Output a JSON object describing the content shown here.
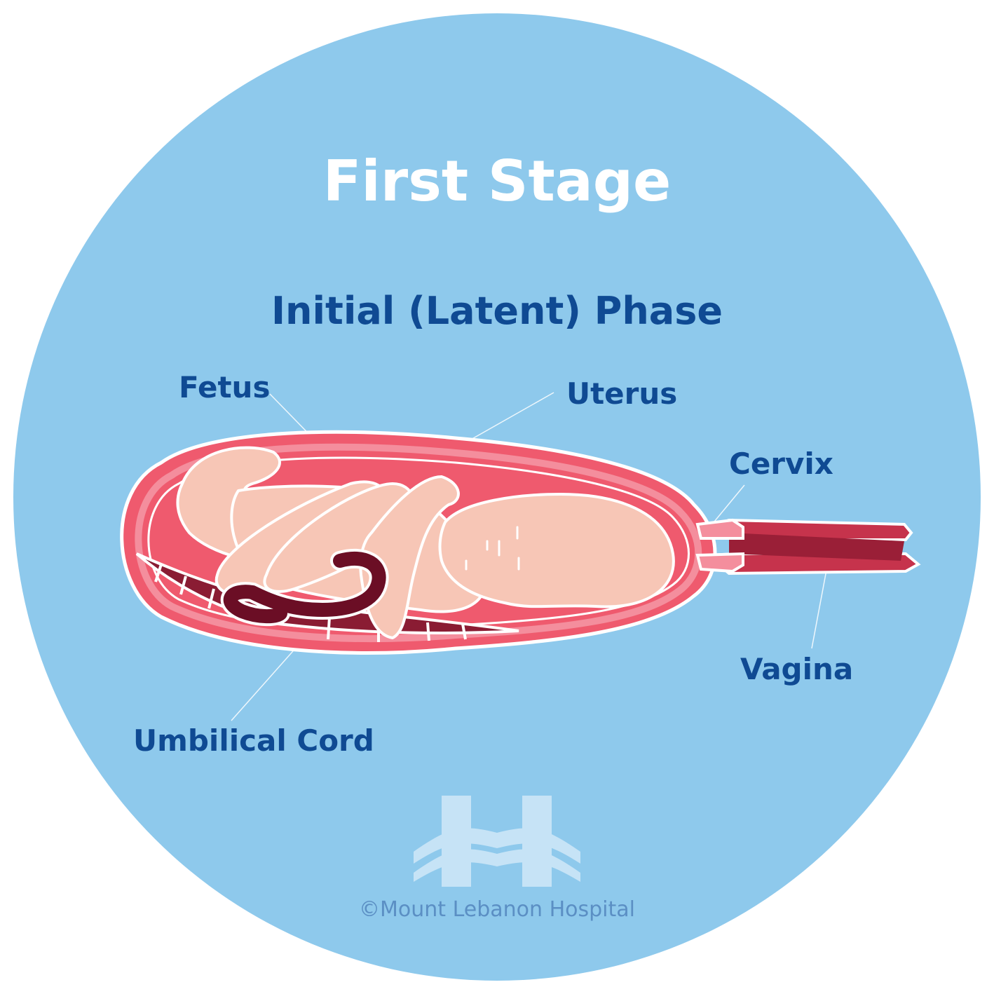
{
  "title": "First Stage",
  "subtitle": "Initial (Latent) Phase",
  "labels": {
    "fetus": "Fetus",
    "uterus": "Uterus",
    "cervix": "Cervix",
    "vagina": "Vagina",
    "umbilical_cord": "Umbilical Cord"
  },
  "copyright": "©Mount Lebanon Hospital",
  "colors": {
    "background_circle": "#8ec9ec",
    "label_text": "#0f4a93",
    "uterus_wall": "#ef5a6e",
    "uterus_lining": "#f48e9d",
    "fetus_skin": "#f7c6b6",
    "placenta": "#8a1c33",
    "cord": "#6b0e25",
    "vagina": "#c6334c",
    "logo": "#c6e3f6"
  }
}
